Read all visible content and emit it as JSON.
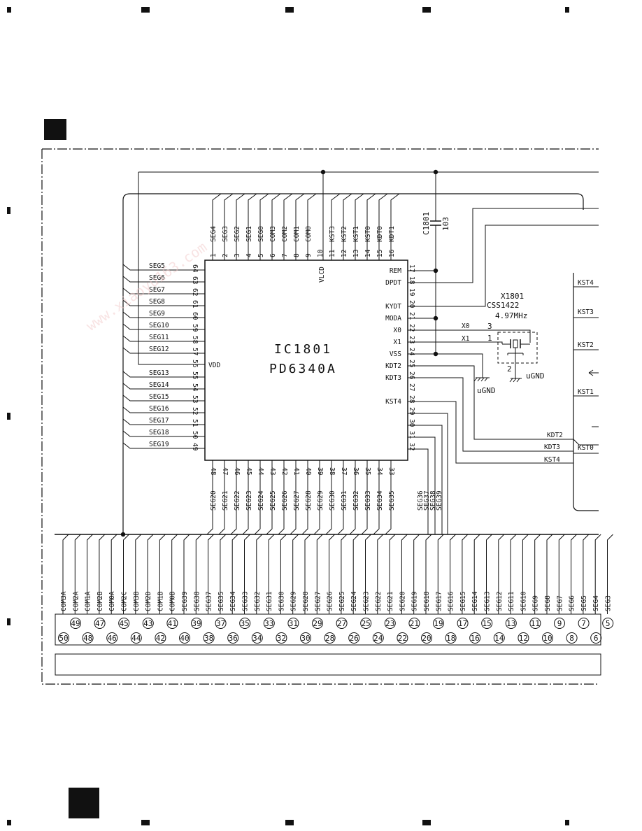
{
  "ic": {
    "ref": "IC1801",
    "part": "PD6340A",
    "top_pins": [
      {
        "num": "1",
        "sig": "SEG4"
      },
      {
        "num": "2",
        "sig": "SEG3"
      },
      {
        "num": "3",
        "sig": "SEG2"
      },
      {
        "num": "4",
        "sig": "SEG1"
      },
      {
        "num": "5",
        "sig": "SEG0"
      },
      {
        "num": "6",
        "sig": "COM3"
      },
      {
        "num": "7",
        "sig": "COM2"
      },
      {
        "num": "8",
        "sig": "COM1"
      },
      {
        "num": "9",
        "sig": "COM0"
      },
      {
        "num": "10",
        "sig": "VLCD"
      },
      {
        "num": "11",
        "sig": "KST3"
      },
      {
        "num": "12",
        "sig": "KST2"
      },
      {
        "num": "13",
        "sig": "KST1"
      },
      {
        "num": "14",
        "sig": "KST0"
      },
      {
        "num": "15",
        "sig": "KDT0"
      },
      {
        "num": "16",
        "sig": "KDT1"
      }
    ],
    "left_pins": [
      {
        "num": "64",
        "sig": "SEG5"
      },
      {
        "num": "63",
        "sig": "SEG6"
      },
      {
        "num": "62",
        "sig": "SEG7"
      },
      {
        "num": "61",
        "sig": "SEG8"
      },
      {
        "num": "60",
        "sig": "SEG9"
      },
      {
        "num": "59",
        "sig": "SEG10"
      },
      {
        "num": "58",
        "sig": "SEG11"
      },
      {
        "num": "57",
        "sig": "SEG12"
      },
      {
        "num": "56",
        "sig": "VDD"
      },
      {
        "num": "55",
        "sig": "SEG13"
      },
      {
        "num": "54",
        "sig": "SEG14"
      },
      {
        "num": "53",
        "sig": "SEG15"
      },
      {
        "num": "52",
        "sig": "SEG16"
      },
      {
        "num": "51",
        "sig": "SEG17"
      },
      {
        "num": "50",
        "sig": "SEG18"
      },
      {
        "num": "49",
        "sig": "SEG19"
      }
    ],
    "right_pins": [
      {
        "num": "17",
        "sig": "REM"
      },
      {
        "num": "18",
        "sig": "DPDT"
      },
      {
        "num": "19",
        "sig": ""
      },
      {
        "num": "20",
        "sig": "KYDT"
      },
      {
        "num": "21",
        "sig": "MODA"
      },
      {
        "num": "22",
        "sig": "X0"
      },
      {
        "num": "23",
        "sig": "X1"
      },
      {
        "num": "24",
        "sig": "VSS"
      },
      {
        "num": "25",
        "sig": "KDT2"
      },
      {
        "num": "26",
        "sig": "KDT3"
      },
      {
        "num": "27",
        "sig": ""
      },
      {
        "num": "28",
        "sig": "KST4"
      },
      {
        "num": "29",
        "sig": ""
      },
      {
        "num": "30",
        "sig": ""
      },
      {
        "num": "31",
        "sig": ""
      },
      {
        "num": "32",
        "sig": ""
      }
    ],
    "bottom_pins": [
      {
        "num": "48",
        "sig": "SEG20"
      },
      {
        "num": "47",
        "sig": "SEG21"
      },
      {
        "num": "46",
        "sig": "SEG22"
      },
      {
        "num": "45",
        "sig": "SEG23"
      },
      {
        "num": "44",
        "sig": "SEG24"
      },
      {
        "num": "43",
        "sig": "SEG25"
      },
      {
        "num": "42",
        "sig": "SEG26"
      },
      {
        "num": "41",
        "sig": "SEG27"
      },
      {
        "num": "40",
        "sig": "SEG28"
      },
      {
        "num": "39",
        "sig": "SEG29"
      },
      {
        "num": "38",
        "sig": "SEG30"
      },
      {
        "num": "37",
        "sig": "SEG31"
      },
      {
        "num": "36",
        "sig": "SEG32"
      },
      {
        "num": "35",
        "sig": "SEG33"
      },
      {
        "num": "34",
        "sig": "SEG34"
      },
      {
        "num": "33",
        "sig": "SEG35"
      }
    ],
    "bottom_extra": [
      "SEG36",
      "SEG37",
      "SEG38",
      "SEG39"
    ]
  },
  "capacitor": {
    "ref": "C1801",
    "value": "103"
  },
  "crystal": {
    "ref": "X1801",
    "part": "CSS1422",
    "freq": "4.97MHz",
    "pin3": "3",
    "pin1": "1",
    "pin2": "2"
  },
  "nets": {
    "x0": "X0",
    "x1": "X1",
    "ugnd": "uGND"
  },
  "right_labels": [
    "KST4",
    "KST3",
    "KST2",
    "KST1",
    "KDT2",
    "KDT3",
    "KST0",
    "KST4"
  ],
  "connector": {
    "signals": [
      "COM3A",
      "COM2A",
      "COM1A",
      "COM2B",
      "COM0A",
      "COM2C",
      "COM3B",
      "COM2D",
      "COM1B",
      "COM0B",
      "SEG39",
      "SEG38",
      "SEG37",
      "SEG35",
      "SEG34",
      "SEG33",
      "SEG32",
      "SEG31",
      "SEG30",
      "SEG29",
      "SEG28",
      "SEG27",
      "SEG26",
      "SEG25",
      "SEG24",
      "SEG23",
      "SEG22",
      "SEG21",
      "SEG20",
      "SEG19",
      "SEG18",
      "SEG17",
      "SEG16",
      "SEG15",
      "SEG14",
      "SEG13",
      "SEG12",
      "SEG11",
      "SEG10",
      "SEG9",
      "SEG8",
      "SEG7",
      "SEG6",
      "SEG5",
      "SEG4",
      "SEG3"
    ],
    "upper_pins": [
      "49",
      "47",
      "45",
      "43",
      "41",
      "39",
      "37",
      "35",
      "33",
      "31",
      "29",
      "27",
      "25",
      "23",
      "21",
      "19",
      "17",
      "15",
      "13",
      "11",
      "9",
      "7",
      "5"
    ],
    "lower_pins": [
      "50",
      "48",
      "46",
      "44",
      "42",
      "40",
      "38",
      "36",
      "34",
      "32",
      "30",
      "28",
      "26",
      "24",
      "22",
      "20",
      "18",
      "16",
      "14",
      "12",
      "10",
      "8",
      "6"
    ]
  },
  "watermark": [
    "www.xiaoyu163.com"
  ]
}
